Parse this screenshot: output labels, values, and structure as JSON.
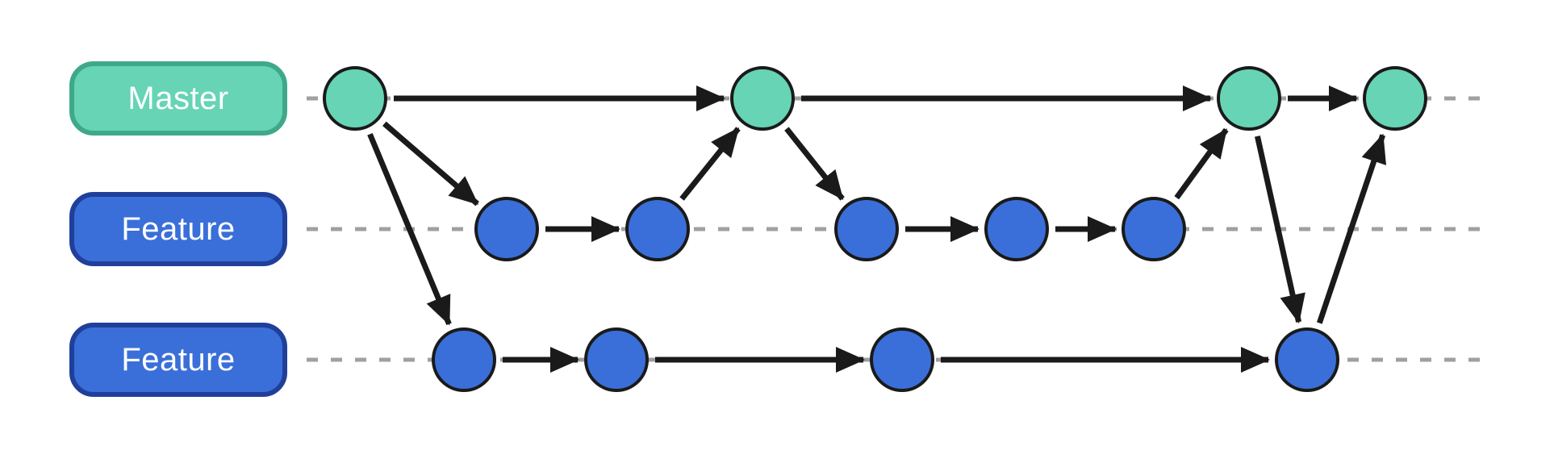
{
  "diagram": {
    "colors": {
      "master_fill": "#66d4b5",
      "master_border": "#3fa88a",
      "feature_fill": "#3a6fd9",
      "feature_border": "#1f3f9a",
      "arrow": "#1a1a1a",
      "dash": "#a0a0a0",
      "node_stroke": "#1a1a1a"
    },
    "branches": [
      {
        "id": "master",
        "label": "Master",
        "kind": "master"
      },
      {
        "id": "feature1",
        "label": "Feature",
        "kind": "feature"
      },
      {
        "id": "feature2",
        "label": "Feature",
        "kind": "feature"
      }
    ],
    "commits": [
      {
        "id": "m1",
        "branch": "master"
      },
      {
        "id": "m2",
        "branch": "master"
      },
      {
        "id": "m3",
        "branch": "master"
      },
      {
        "id": "m4",
        "branch": "master"
      },
      {
        "id": "a1",
        "branch": "feature1"
      },
      {
        "id": "a2",
        "branch": "feature1"
      },
      {
        "id": "a3",
        "branch": "feature1"
      },
      {
        "id": "a4",
        "branch": "feature1"
      },
      {
        "id": "a5",
        "branch": "feature1"
      },
      {
        "id": "b1",
        "branch": "feature2"
      },
      {
        "id": "b2",
        "branch": "feature2"
      },
      {
        "id": "b3",
        "branch": "feature2"
      },
      {
        "id": "b4",
        "branch": "feature2"
      }
    ],
    "edges": [
      {
        "from": "m1",
        "to": "m2"
      },
      {
        "from": "m2",
        "to": "m3"
      },
      {
        "from": "m3",
        "to": "m4"
      },
      {
        "from": "m1",
        "to": "a1"
      },
      {
        "from": "a1",
        "to": "a2"
      },
      {
        "from": "a2",
        "to": "m2"
      },
      {
        "from": "m2",
        "to": "a3"
      },
      {
        "from": "a3",
        "to": "a4"
      },
      {
        "from": "a4",
        "to": "a5"
      },
      {
        "from": "a5",
        "to": "m3"
      },
      {
        "from": "m1",
        "to": "b1"
      },
      {
        "from": "b1",
        "to": "b2"
      },
      {
        "from": "b2",
        "to": "b3"
      },
      {
        "from": "b3",
        "to": "b4"
      },
      {
        "from": "m3",
        "to": "b4"
      },
      {
        "from": "b4",
        "to": "m4"
      }
    ]
  }
}
